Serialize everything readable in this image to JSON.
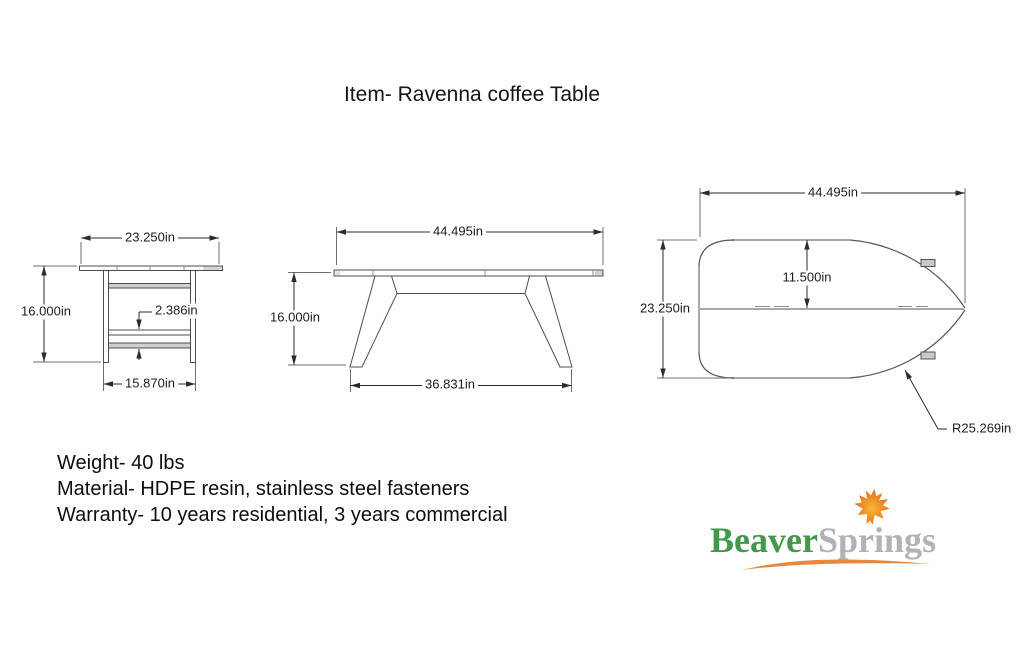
{
  "title": "Item- Ravenna coffee Table",
  "dims": {
    "side": {
      "width_top": "23.250in",
      "height": "16.000in",
      "shelf_gap": "2.386in",
      "width_bottom": "15.870in"
    },
    "front": {
      "width_top": "44.495in",
      "height": "16.000in",
      "width_bottom": "36.831in"
    },
    "top": {
      "length": "44.495in",
      "width": "23.250in",
      "half_width": "11.500in",
      "corner_radius": "R25.269in"
    }
  },
  "specs": {
    "weight": "Weight- 40 lbs",
    "material": "Material- HDPE resin, stainless steel fasteners",
    "warranty": "Warranty- 10 years residential, 3 years commercial"
  },
  "logo": {
    "part1": "Beaver",
    "part2": "Springs",
    "part1_color": "#43984b",
    "part2_color": "#b2b2b4",
    "leaf_color_inner": "#f6b63a",
    "leaf_color_outer": "#e2520f",
    "swoosh_color": "#e8863b"
  }
}
